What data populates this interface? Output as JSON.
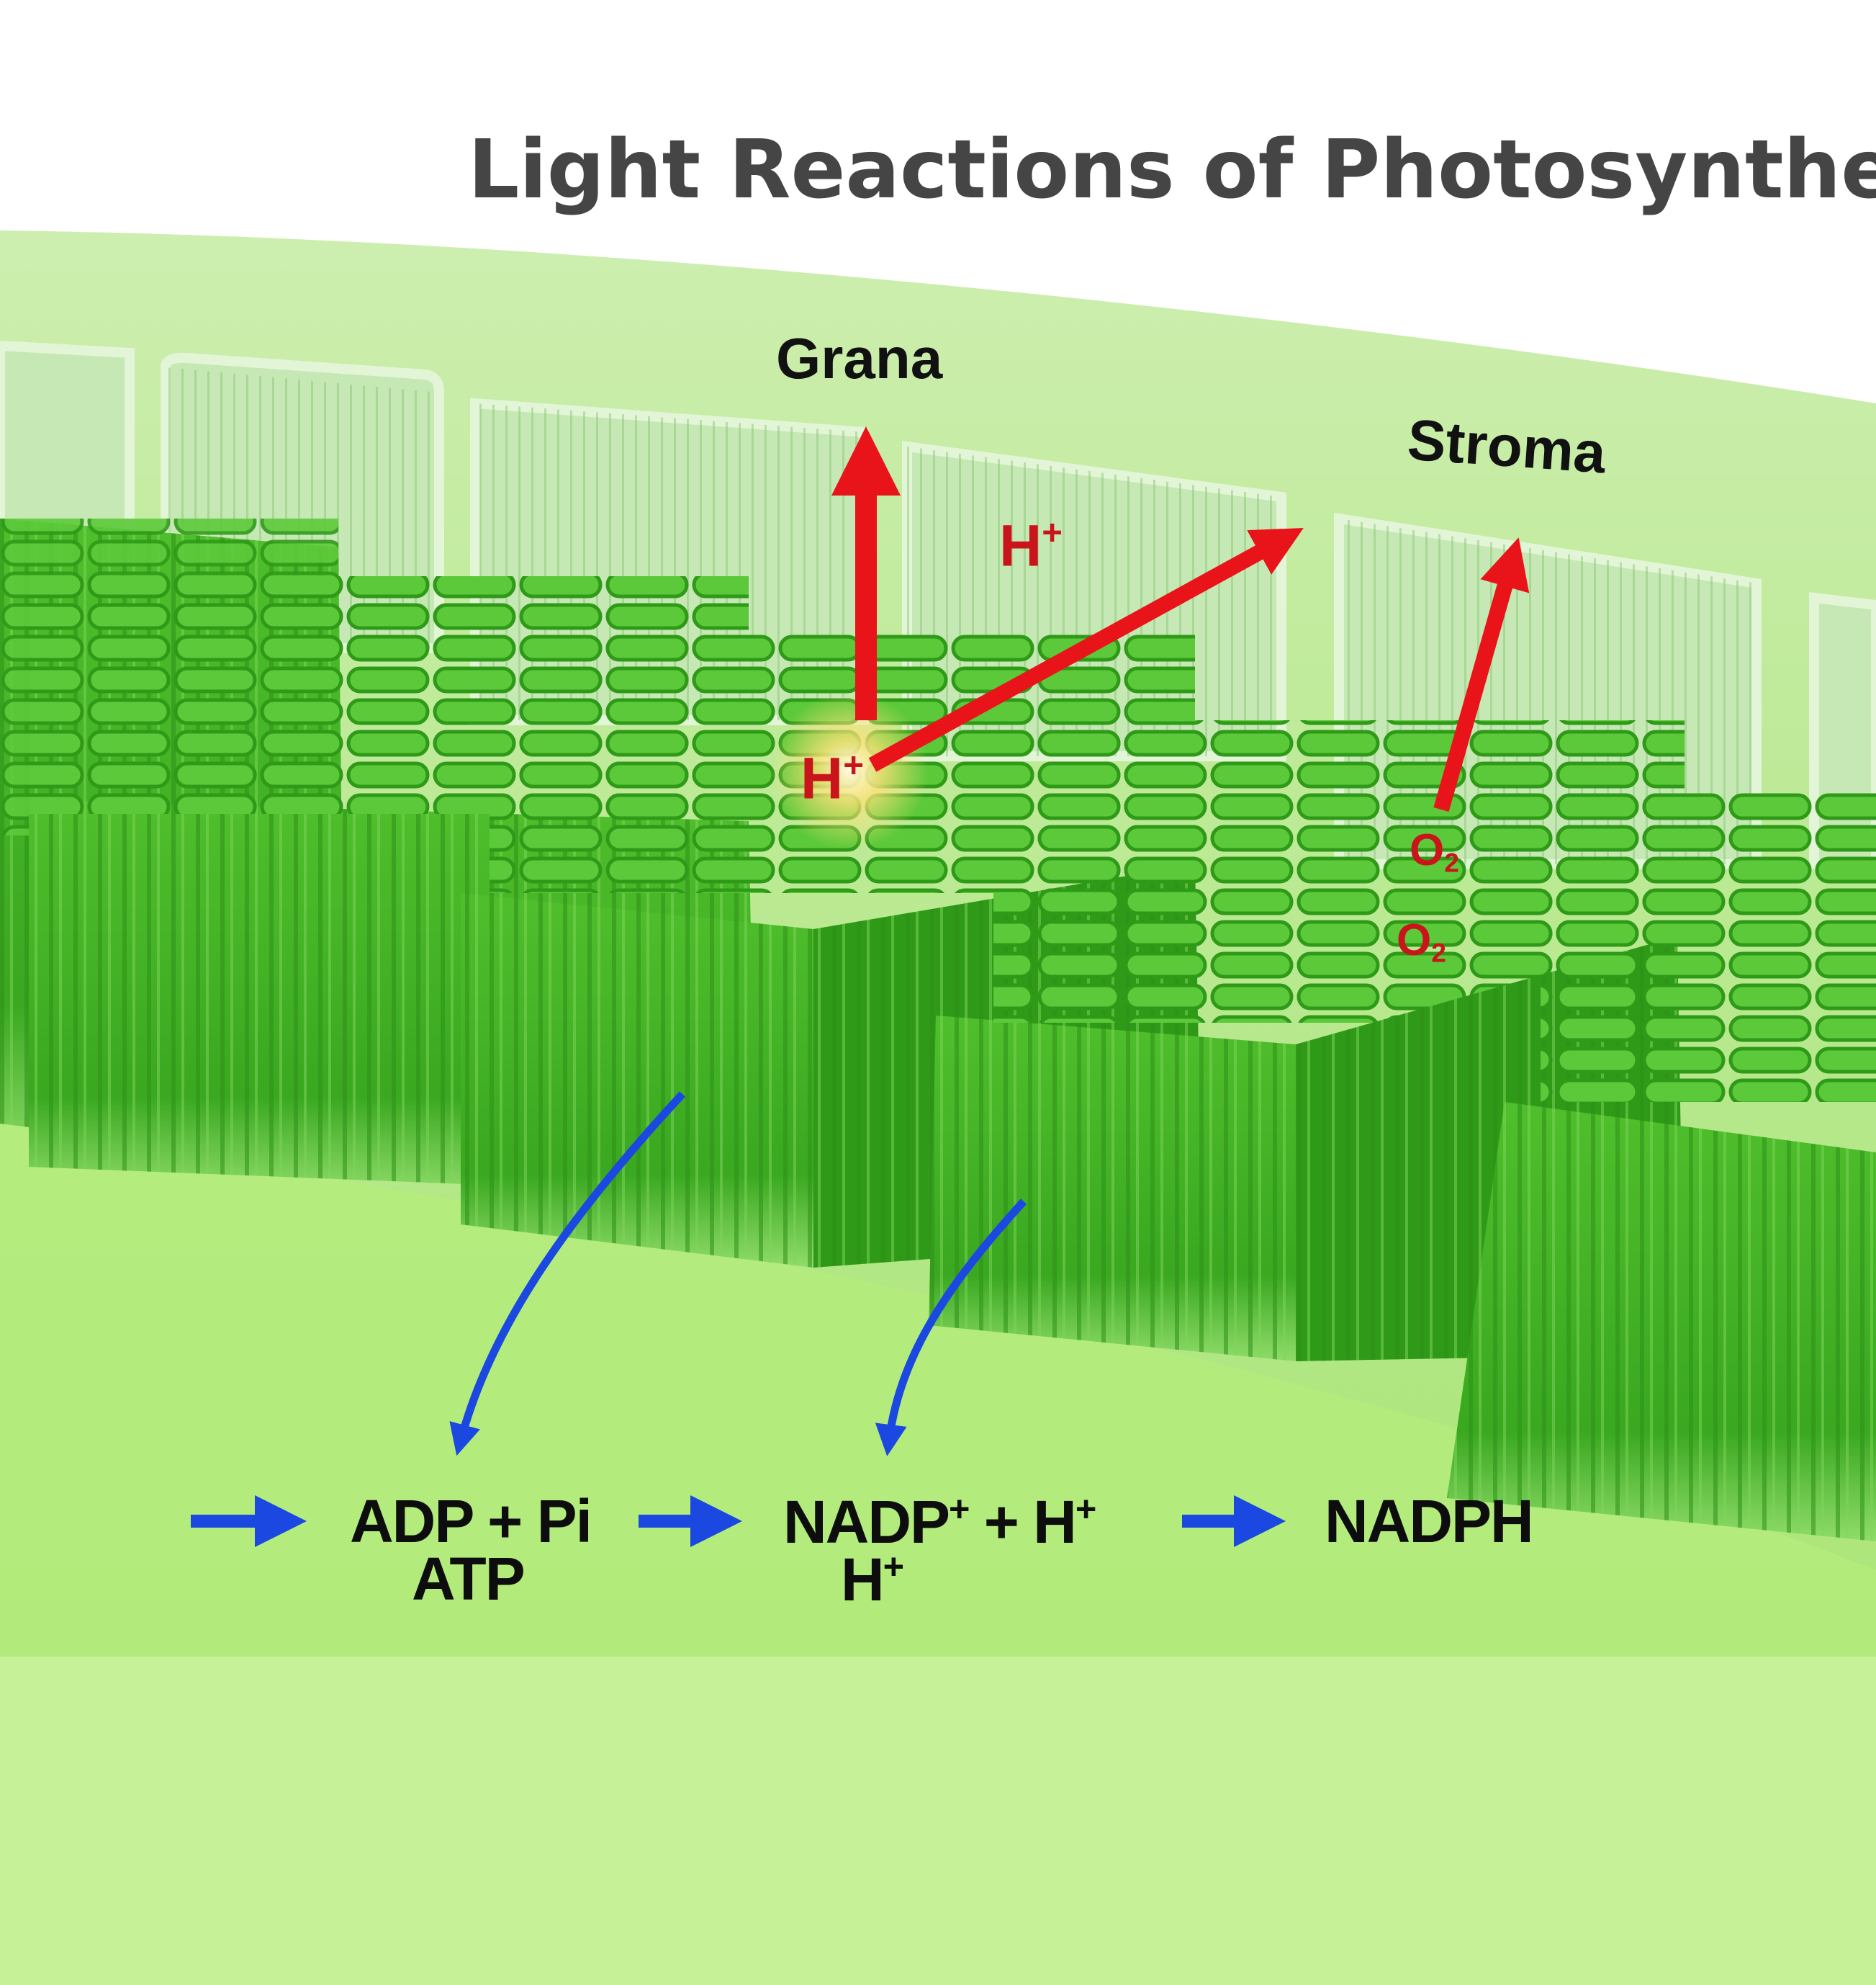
{
  "title": "Light Reactions of Photosynthesis",
  "labels": {
    "grana": "Grana",
    "stroma": "Stroma",
    "h_plus_top": "H",
    "h_plus_glow": "H",
    "o2_upper": "O",
    "o2_lower": "O",
    "plus_sign": "+",
    "two": "2"
  },
  "equation": {
    "adp_pi": "ADP + Pi",
    "atp": "ATP",
    "nadp_base": "NADP",
    "nadp_rest": " + H",
    "h_plus": "H",
    "nadph": "NADPH"
  },
  "colors": {
    "title": "#454545",
    "red_arrow": "#e8141a",
    "blue_arrow": "#1a48e0",
    "grana_green": "#45b52a",
    "stroma_green": "#c8f0a0"
  }
}
